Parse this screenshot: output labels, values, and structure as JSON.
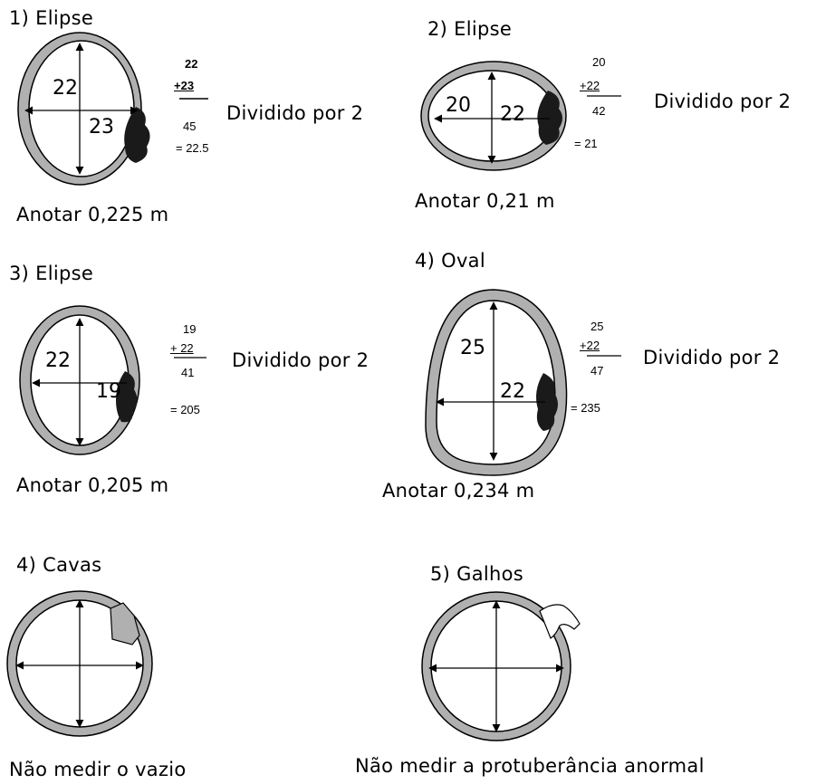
{
  "panels": [
    {
      "title": "1) Elipse",
      "dims": [
        "22",
        "23"
      ],
      "calc": {
        "a": "22",
        "b": "+23",
        "sum": "45",
        "result": "= 22.5"
      },
      "divide": "Dividido por 2",
      "note": "Anotar 0,225 m"
    },
    {
      "title": "2) Elipse",
      "dims": [
        "20",
        "22"
      ],
      "calc": {
        "a": "20",
        "b": "+22",
        "sum": "42",
        "result": "= 21"
      },
      "divide": "Dividido por 2",
      "note": "Anotar 0,21 m"
    },
    {
      "title": "3) Elipse",
      "dims": [
        "22",
        "19"
      ],
      "calc": {
        "a": "19",
        "b": "+ 22",
        "sum": "41",
        "result": "= 205"
      },
      "divide": "Dividido por 2",
      "note": "Anotar 0,205 m"
    },
    {
      "title": "4) Oval",
      "dims": [
        "25",
        "22"
      ],
      "calc": {
        "a": "25",
        "b": "+22",
        "sum": "47",
        "result": "= 235"
      },
      "divide": "Dividido por 2",
      "note": "Anotar 0,234 m"
    },
    {
      "title": "4) Cavas",
      "note": "Não medir o vazio"
    },
    {
      "title": "5) Galhos",
      "note": "Não medir a protuberância anormal"
    }
  ],
  "colors": {
    "ring": "#b0b0b0",
    "bark": "#1a1a1a",
    "ink": "#000000"
  }
}
